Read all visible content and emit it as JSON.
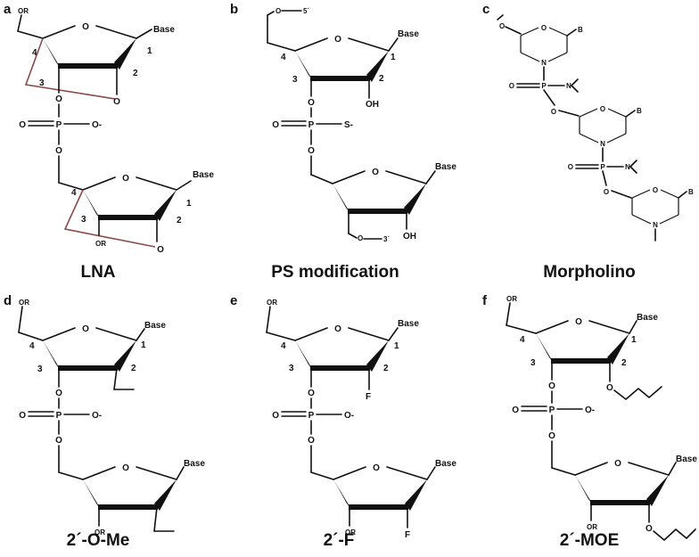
{
  "panels": [
    {
      "letter": "a",
      "title": "LNA"
    },
    {
      "letter": "b",
      "title": "PS modification"
    },
    {
      "letter": "c",
      "title": "Morpholino"
    },
    {
      "letter": "d",
      "title": "2´-O-Me"
    },
    {
      "letter": "e",
      "title": "2´-F"
    },
    {
      "letter": "f",
      "title": "2´-MOE"
    }
  ],
  "labels": {
    "base": "Base",
    "b": "B",
    "o": "O",
    "p": "P",
    "n": "N",
    "f": "F",
    "or": "OR",
    "oh": "OH",
    "o_minus": "O-",
    "s_minus": "S-",
    "five_prime": "5´",
    "three_prime": "3´",
    "c1": "1",
    "c2": "2",
    "c3": "3",
    "c4": "4"
  }
}
